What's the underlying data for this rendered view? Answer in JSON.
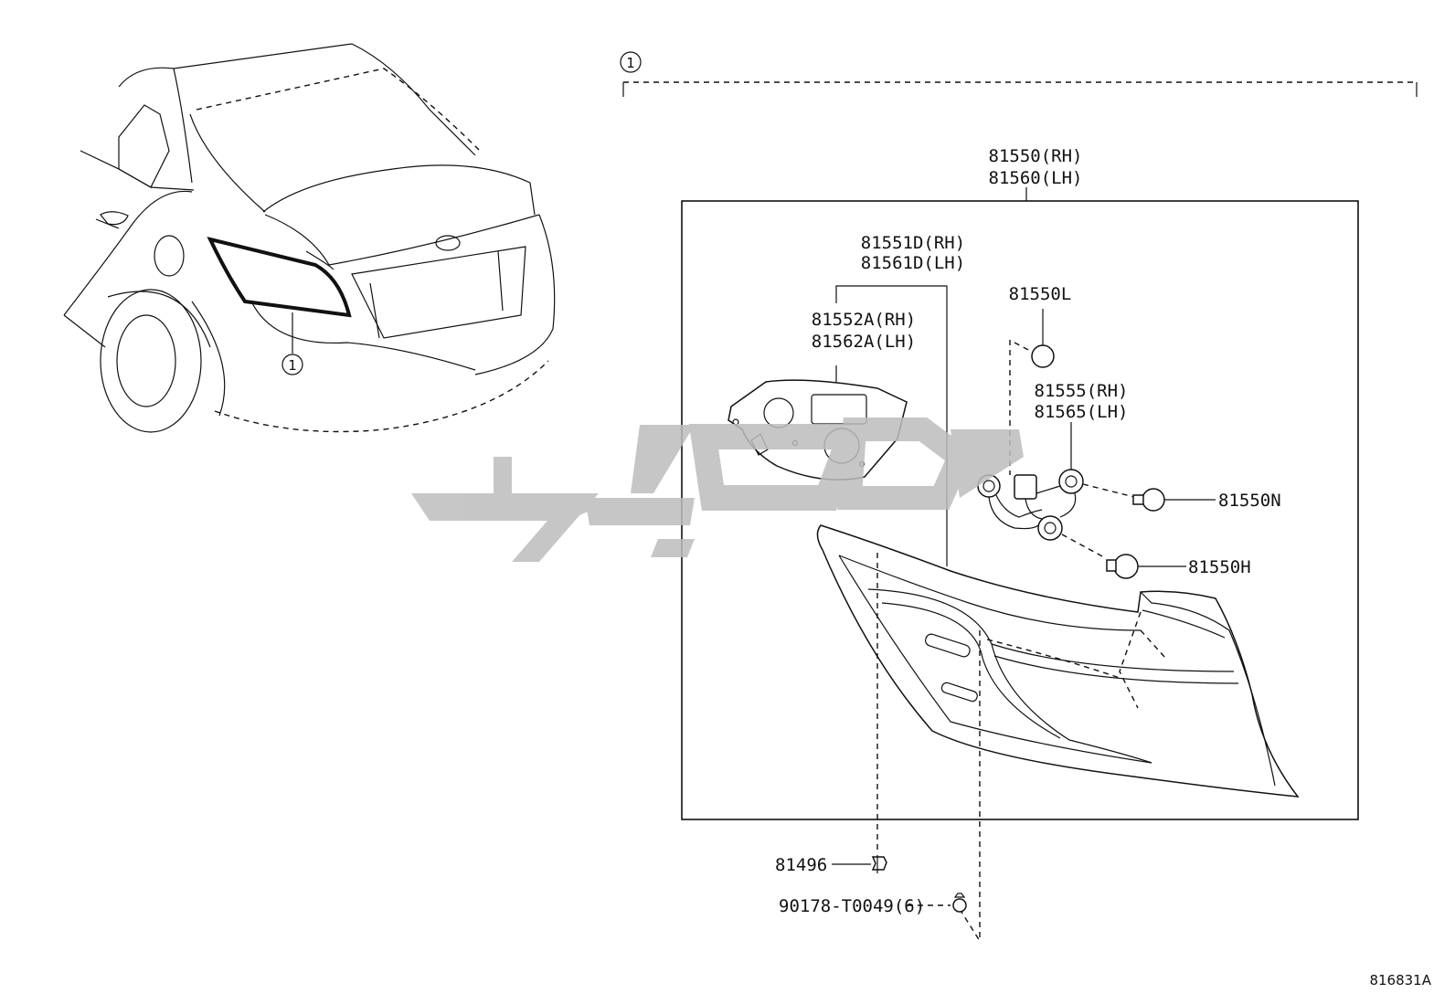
{
  "callout_marker": "1",
  "labels": {
    "assembly_rh": "81550(RH)",
    "assembly_lh": "81560(LH)",
    "lens_body_rh": "81551D(RH)",
    "lens_body_lh": "81561D(LH)",
    "gasket_rh": "81552A(RH)",
    "gasket_lh": "81562A(LH)",
    "bulb_l": "81550L",
    "socket_rh": "81555(RH)",
    "socket_lh": "81565(LH)",
    "bulb_n": "81550N",
    "bulb_h": "81550H",
    "clip": "81496",
    "screw": "90178-T0049(6)"
  },
  "diagram_id": "816831A",
  "colors": {
    "line": "#111111",
    "watermark": "#bdbdbd",
    "background": "#ffffff"
  },
  "watermark_logo": "persian-text-logo"
}
